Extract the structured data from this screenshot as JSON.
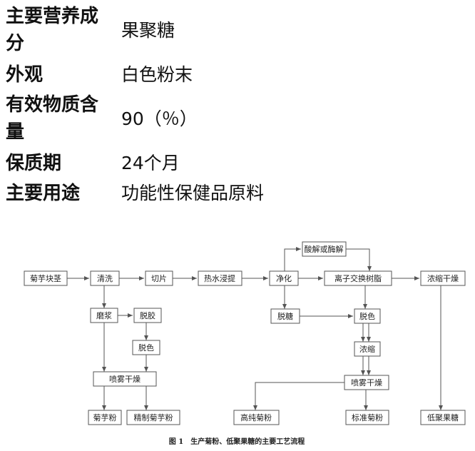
{
  "spec": {
    "rows": [
      {
        "label": "主要营养成分",
        "value": "果聚糖"
      },
      {
        "label": "外观",
        "value": "白色粉末"
      },
      {
        "label": "有效物质含量",
        "value": "90（％）"
      },
      {
        "label": "保质期",
        "value": "24个月"
      },
      {
        "label": "主要用途",
        "value": "功能性保健品原料"
      }
    ]
  },
  "flow": {
    "steps": {
      "jerusalem_tuber": "菊芋块茎",
      "wash": "清洗",
      "slice": "切片",
      "hot_water": "热水浸提",
      "purify": "净化",
      "acid_enzyme": "酸解或酶解",
      "ion_exchange": "离子交换树脂",
      "concentrate_dry": "浓缩干燥",
      "grind": "磨浆",
      "degum": "脱胶",
      "decolor1": "脱色",
      "spray_dry1": "喷雾干燥",
      "inulin_powder": "菊芋粉",
      "refined_inulin_powder": "精制菊芋粉",
      "desugar": "脱糖",
      "decolor2": "脱色",
      "concentrate": "浓缩",
      "spray_dry2": "喷雾干燥",
      "high_purity_inulin": "高纯菊粉",
      "standard_inulin": "标准菊粉",
      "oligo_fructose": "低聚果糖"
    },
    "caption": "图 1　生产菊粉、低聚果糖的主要工艺流程"
  }
}
